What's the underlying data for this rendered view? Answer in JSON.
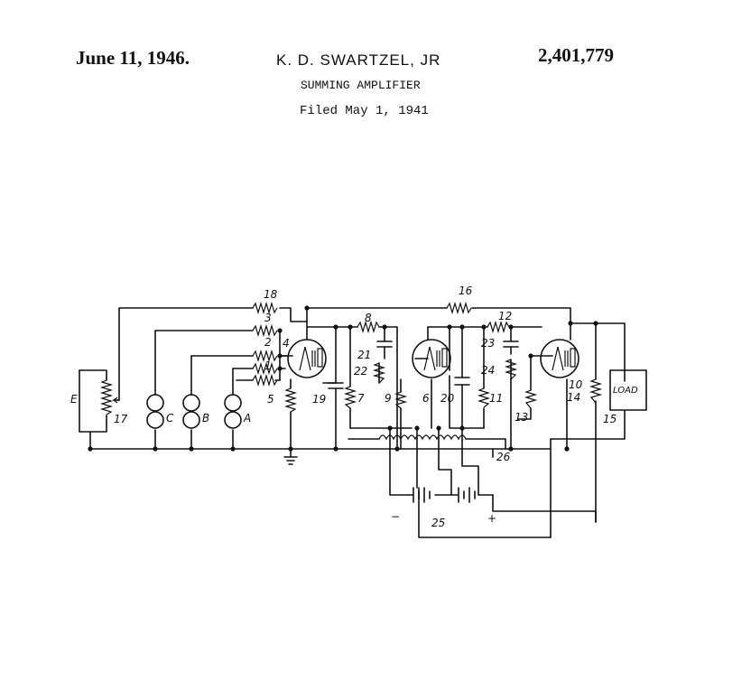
{
  "header": {
    "date": "June 11, 1946.",
    "inventor": "K. D. SWARTZEL, JR",
    "patent_number": "2,401,779",
    "title": "SUMMING AMPLIFIER",
    "filed": "Filed May 1, 1941"
  },
  "diagram": {
    "labels": {
      "r18": "18",
      "r3": "3",
      "r2": "2",
      "r1": "1",
      "l4": "4",
      "r5": "5",
      "r8": "8",
      "c19": "19",
      "r7": "7",
      "l21": "21",
      "r22": "22",
      "r9": "9",
      "l6": "6",
      "l20": "20",
      "r11": "11",
      "r16": "16",
      "r12": "12",
      "l23": "23",
      "r24": "24",
      "l13": "13",
      "l10": "10",
      "r14": "14",
      "l15": "15",
      "l26": "26",
      "l25": "25",
      "e": "E",
      "r17": "17",
      "gc": "C",
      "gb": "B",
      "ga": "A",
      "load": "LOAD",
      "minus": "−",
      "plus": "+"
    }
  }
}
